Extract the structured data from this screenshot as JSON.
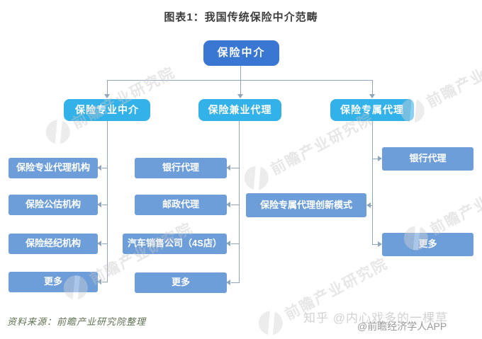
{
  "title": "图表1：我国传统保险中介范畴",
  "chart": {
    "root": {
      "label": "保险中介"
    },
    "level2": [
      {
        "label": "保险专业中介"
      },
      {
        "label": "保险兼业代理"
      },
      {
        "label": "保险专属代理"
      }
    ],
    "col_left": {
      "items": [
        "保险专业代理机构",
        "保险公估机构",
        "保险经纪机构",
        "更多"
      ]
    },
    "col_middle": {
      "items": [
        "银行代理",
        "邮政代理",
        "汽车销售公司（4S店）",
        "更多"
      ]
    },
    "col_right": {
      "items_right": [
        "银行代理",
        "更多"
      ],
      "item_left": "保险专属代理创新模式"
    }
  },
  "colors": {
    "root_box": "#3a77d2",
    "level2_box": "#33b1e9",
    "level3_box": "#6d9eda",
    "connector": "#8fa6bd"
  },
  "watermark": {
    "institute": "前瞻产业研究院"
  },
  "footer": {
    "source": "资料来源：前瞻产业研究院整理",
    "zhihu_credit": "知乎 @内心戏多的一棵草",
    "app_credit": "@前瞻经济学人APP"
  }
}
